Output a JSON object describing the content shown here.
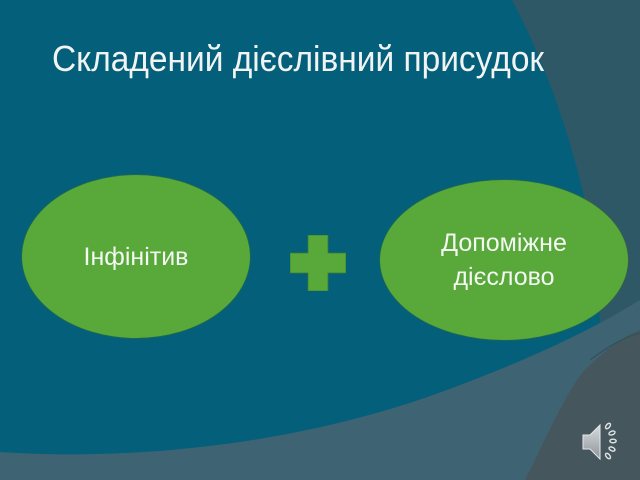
{
  "slide": {
    "title": "Складений дієслівний присудок",
    "left_shape": {
      "label": "Інфінітив"
    },
    "operator": {
      "symbol": "plus-icon"
    },
    "right_shape": {
      "line1": "Допоміжне",
      "line2": "дієслово"
    },
    "audio": {
      "icon": "speaker-icon"
    }
  },
  "colors": {
    "background": "#035f7a",
    "right_band": "#2f5866",
    "bottom_band": "#3e6373",
    "corner": "#46565d",
    "shape_fill": "#58a83a",
    "text": "#f2f4f4"
  }
}
